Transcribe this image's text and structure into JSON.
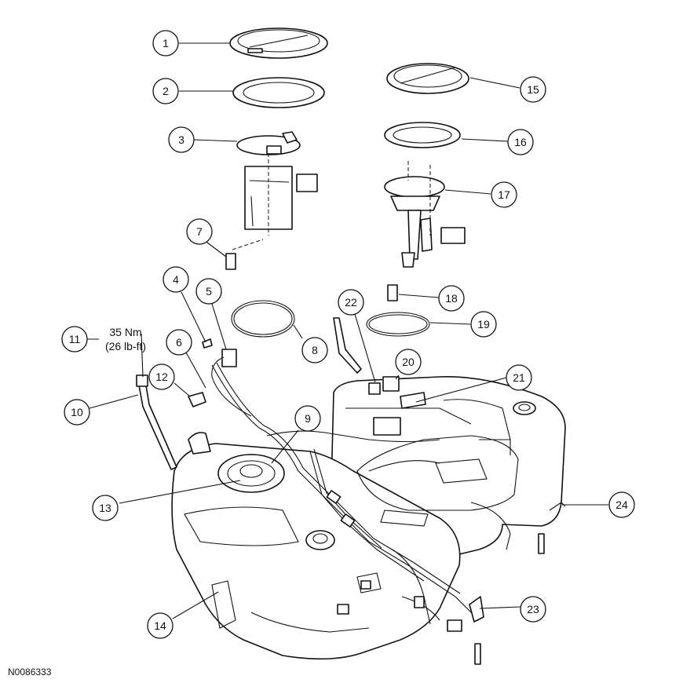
{
  "callouts": [
    {
      "num": "1"
    },
    {
      "num": "2"
    },
    {
      "num": "3"
    },
    {
      "num": "4"
    },
    {
      "num": "5"
    },
    {
      "num": "6"
    },
    {
      "num": "7"
    },
    {
      "num": "8"
    },
    {
      "num": "9"
    },
    {
      "num": "10"
    },
    {
      "num": "11"
    },
    {
      "num": "12"
    },
    {
      "num": "13"
    },
    {
      "num": "14"
    },
    {
      "num": "15"
    },
    {
      "num": "16"
    },
    {
      "num": "17"
    },
    {
      "num": "18"
    },
    {
      "num": "19"
    },
    {
      "num": "20"
    },
    {
      "num": "21"
    },
    {
      "num": "22"
    },
    {
      "num": "23"
    },
    {
      "num": "24"
    }
  ],
  "torque": {
    "nm": "35 Nm",
    "lbft": "(26 lb-ft)"
  },
  "reference_code": "N0086333"
}
